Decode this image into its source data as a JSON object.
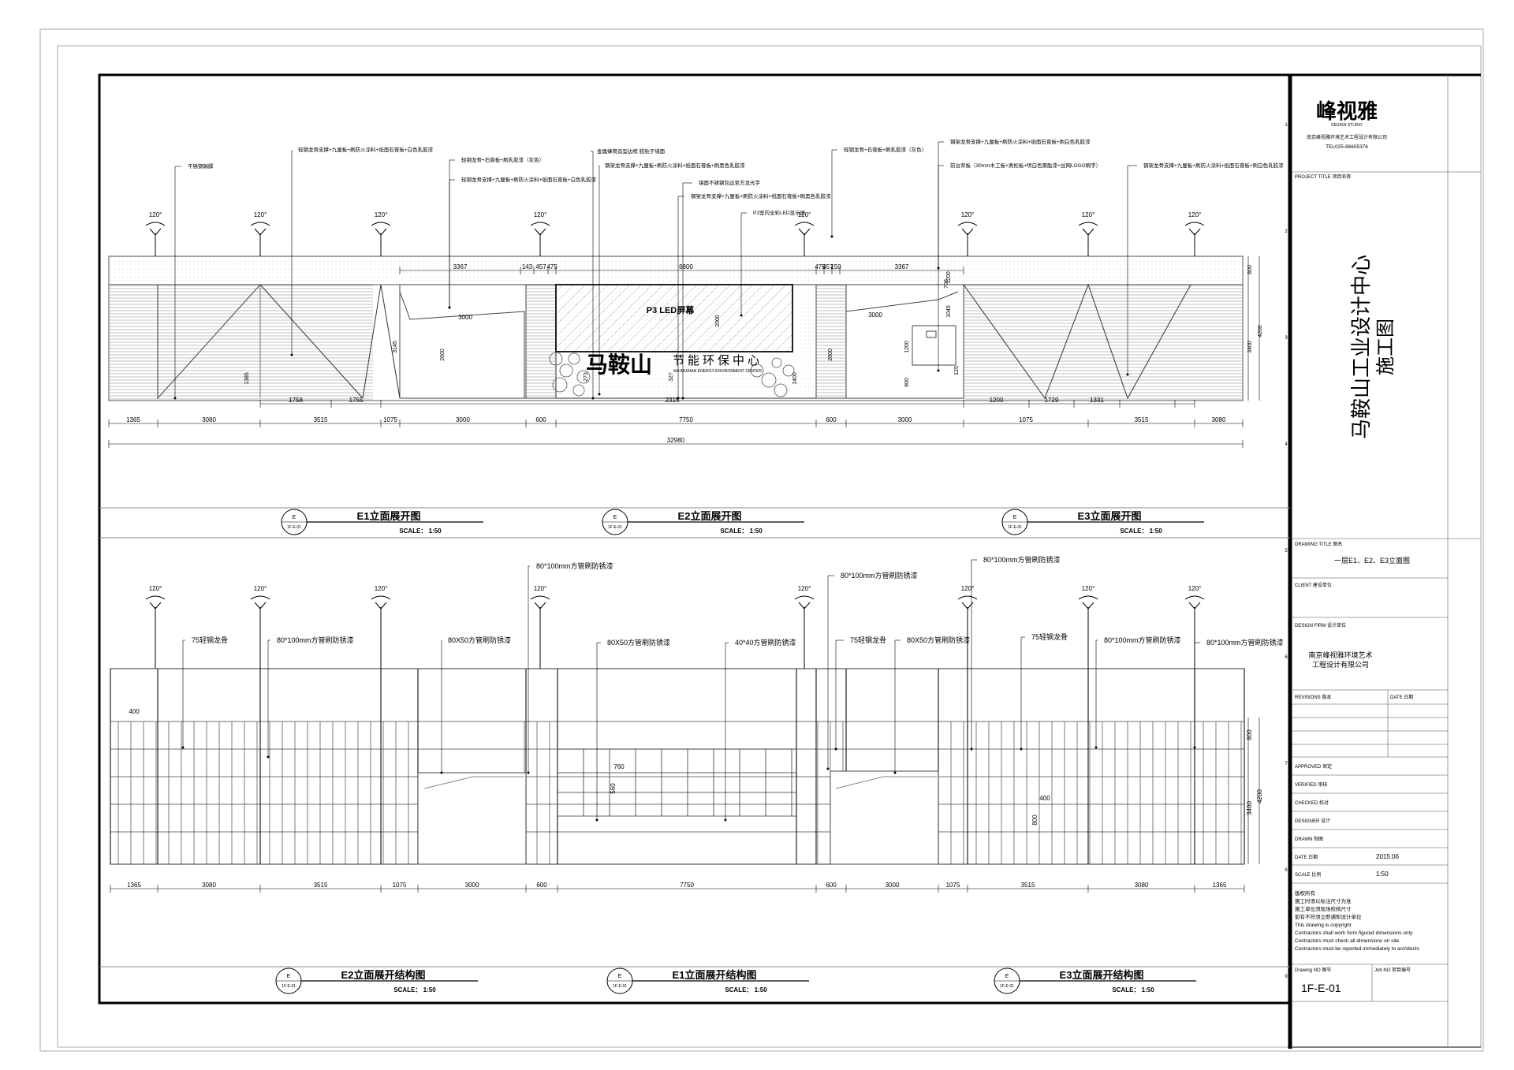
{
  "sheet": {
    "title_block": {
      "logo_text": "峰视雅",
      "logo_sub": "DESIGN STUDIO",
      "company_cn": "南京峰视雅环境艺术工程设计有限公司",
      "tel": "TEL025-86605376",
      "project_title_label": "PROJECT TITLE  项目名称",
      "project_name": "马鞍山工业设计中心",
      "project_sub": "施工图",
      "drawing_title_label": "DRAWING TITLE  图名",
      "drawing_title": "一层E1、E2、E3立面图",
      "client_label": "CLIENT  建设单位",
      "design_firm_label": "DESIGN FIRM  设计单位",
      "design_firm": "南京峰视雅环境艺术",
      "design_firm2": "工程设计有限公司",
      "revisions_label": "REVISIONS  版本",
      "date_label": "DATE  日期",
      "approved": "APPROVED      审定",
      "verified": "VERIFIED      审核",
      "checked": "CHECKED       校对",
      "designer": "DESIGNER      设计",
      "drawn": "DRAWN         制图",
      "date_row": "DATE          日期",
      "date_value": "2015.06",
      "scale_row": "SCALE         比例",
      "scale_value": "1:50",
      "notes": [
        "版权所有",
        "施工时须以标注尺寸为准",
        "施工单位须现场校核尺寸",
        "如有不符须立即通知设计单位",
        "This drawing is copyright",
        "Contractors shall work form figured dimensions only",
        "Contractors must check all dimensions on site",
        "Contractors must be reported immediately to architects"
      ],
      "drawing_no_label": "Drawing NO  图号",
      "job_no_label": "Job NO  项目编号",
      "drawing_no": "1F-E-01",
      "row_numbers": [
        "1",
        "2",
        "3",
        "4",
        "5",
        "6",
        "7",
        "8",
        "9"
      ]
    },
    "top": {
      "callouts": [
        "不锈钢踢脚",
        "轻钢龙骨支撑+九厘板+刷防火涂料+纸面石膏板+白色乳胶漆",
        "轻钢龙骨+石膏板+刷乳胶漆（灰色）",
        "轻钢龙骨支撑+九厘板+刷防火涂料+纸面石膏板+白色乳胶漆",
        "金属蜂窝造型边框  胶贴于墙面",
        "钢架龙骨支撑+九厘板+刷防火涂料+纸面石膏板+刷黑色乳胶漆",
        "镜面不锈钢包边至方龙光字",
        "钢架龙骨支撑+九厘板+刷防火涂料+纸面石膏板+刷黑色乳胶漆",
        "P3室内全彩LED显示屏",
        "轻钢龙骨+石膏板+刷乳胶漆（灰色）",
        "钢架龙骨支撑+九厘板+刷防火涂料+纸面石膏板+刷白色乳胶漆",
        "前台背板（30mm木工板+奥松板+喷白色聚酯漆+丝网LOGO刷字）",
        "钢架龙骨支撑+九厘板+刷防火涂料+纸面石膏板+刷白色乳胶漆"
      ],
      "angle": "120°",
      "sign_big": "马鞍山",
      "sign_cn": "节能环保中心",
      "sign_en": "MA'ANSHAN ENERGY ENVIRONMENT CENTER",
      "led_label": "P3 LED屏幕",
      "bottom_dims": [
        "1365",
        "3080",
        "3515",
        "1075",
        "3000",
        "600",
        "7750",
        "600",
        "3000",
        "1075",
        "3515",
        "3080",
        "1365"
      ],
      "total": "32980",
      "top_dims": [
        "3367",
        "143",
        "457",
        "475",
        "6800",
        "475",
        "457",
        "150",
        "3367"
      ],
      "inner_dims": [
        "3000",
        "3000"
      ],
      "sub_dims": [
        "1758",
        "1755",
        "2315",
        "1200",
        "1729",
        "1331"
      ],
      "right_dims": [
        "800",
        "4200",
        "3400"
      ],
      "vert_dims": [
        "3145",
        "2600",
        "1385",
        "2600",
        "1200",
        "900",
        "1045",
        "125",
        "1200",
        "708",
        "273",
        "327",
        "2000",
        "1400"
      ]
    },
    "bottom": {
      "angle": "120°",
      "callouts": [
        "75轻钢龙骨",
        "80*100mm方管刷防锈漆",
        "80X50方管刷防锈漆",
        "80*100mm方管刷防锈漆",
        "80X50方管刷防锈漆",
        "40*40方管刷防锈漆",
        "80*100mm方管刷防锈漆",
        "75轻钢龙骨",
        "80X50方管刷防锈漆",
        "80*100mm方管刷防锈漆",
        "75轻钢龙骨",
        "80*100mm方管刷防锈漆",
        "80*100mm方管刷防锈漆"
      ],
      "dims": [
        "1365",
        "3080",
        "3515",
        "1075",
        "3000",
        "600",
        "7750",
        "600",
        "3000",
        "1075",
        "3515",
        "3080",
        "1365"
      ],
      "misc_dims": [
        "400",
        "760",
        "560",
        "400",
        "800",
        "800",
        "4200",
        "3400"
      ]
    },
    "titles": [
      {
        "name": "E1立面展开图",
        "scale": "SCALE：  1:50"
      },
      {
        "name": "E2立面展开图",
        "scale": "SCALE：  1:50"
      },
      {
        "name": "E3立面展开图",
        "scale": "SCALE：  1:50"
      },
      {
        "name": "E2立面展开结构图",
        "scale": "SCALE：  1:50"
      },
      {
        "name": "E1立面展开结构图",
        "scale": "SCALE：  1:50"
      },
      {
        "name": "E3立面展开结构图",
        "scale": "SCALE：  1:50"
      }
    ],
    "bubble_top": "E",
    "bubble_bottom": "1F-E-01"
  }
}
